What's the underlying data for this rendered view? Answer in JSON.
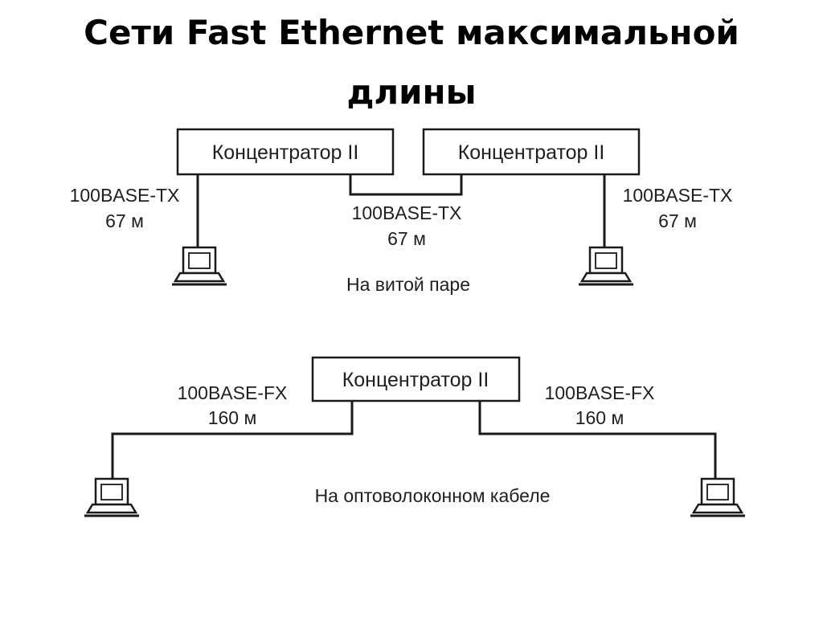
{
  "title": {
    "line1": "Сети Fast Ethernet максимальной",
    "line2": "длины"
  },
  "twisted_pair": {
    "hub_left": "Концентратор II",
    "hub_right": "Концентратор II",
    "left_link": {
      "standard": "100BASE-TX",
      "length": "67 м"
    },
    "middle_link": {
      "standard": "100BASE-TX",
      "length": "67 м"
    },
    "right_link": {
      "standard": "100BASE-TX",
      "length": "67 м"
    },
    "caption": "На витой паре"
  },
  "fiber": {
    "hub": "Концентратор II",
    "left_link": {
      "standard": "100BASE-FX",
      "length": "160 м"
    },
    "right_link": {
      "standard": "100BASE-FX",
      "length": "160 м"
    },
    "caption": "На оптоволоконном кабеле"
  },
  "icons": {
    "computer": "computer-icon"
  }
}
